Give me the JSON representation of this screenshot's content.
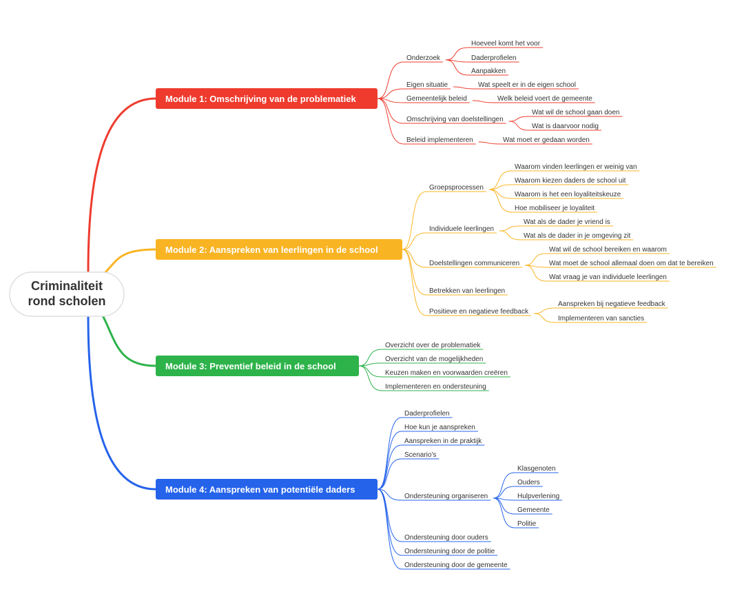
{
  "root": {
    "lines": [
      "Criminaliteit",
      "rond scholen"
    ]
  },
  "modules": [
    {
      "label": "Module 1: Omschrijving van de problematiek",
      "color": "#ee3b2e",
      "children": [
        {
          "label": "Onderzoek",
          "children": [
            "Hoeveel komt het voor",
            "Daderprofielen",
            "Aanpakken"
          ]
        },
        {
          "label": "Eigen situatie",
          "children": [
            "Wat speelt er in de eigen school"
          ]
        },
        {
          "label": "Gemeentelijk beleid",
          "children": [
            "Welk beleid voert de gemeente"
          ]
        },
        {
          "label": "Omschrijving van doelstellingen",
          "children": [
            "Wat wil de school gaan doen",
            "Wat is daarvoor nodig"
          ]
        },
        {
          "label": "Beleid implementeren",
          "children": [
            "Wat moet er gedaan worden"
          ]
        }
      ]
    },
    {
      "label": "Module 2: Aanspreken van leerlingen in de school",
      "color": "#f9b423",
      "children": [
        {
          "label": "Groepsprocessen",
          "children": [
            "Waarom vinden leerlingen er weinig van",
            "Waarom kiezen daders de school uit",
            "Waarom is het een loyaliteitskeuze",
            "Hoe mobiliseer je loyaliteit"
          ]
        },
        {
          "label": "Individuele leerlingen",
          "children": [
            "Wat als de dader je vriend is",
            "Wat als de dader in je omgeving zit"
          ]
        },
        {
          "label": "Doelstellingen communiceren",
          "children": [
            "Wat wil de school bereiken en waarom",
            "Wat moet de school allemaal doen om  dat te bereiken",
            "Wat vraag je van individuele leerlingen"
          ]
        },
        {
          "label": "Betrekken van leerlingen",
          "children": []
        },
        {
          "label": "Positieve en negatieve feedback",
          "children": [
            "Aanspreken bij negatieve feedback",
            "Implementeren van sancties"
          ]
        }
      ]
    },
    {
      "label": "Module 3: Preventief beleid in de school",
      "color": "#2db34a",
      "children": [
        {
          "label": "Overzicht over de problematiek",
          "children": []
        },
        {
          "label": "Overzicht van de mogelijkheden",
          "children": []
        },
        {
          "label": "Keuzen maken en voorwaarden creëren",
          "children": []
        },
        {
          "label": "Implementeren en ondersteuning",
          "children": []
        }
      ]
    },
    {
      "label": "Module 4: Aanspreken van potentiële daders",
      "color": "#2563eb",
      "children": [
        {
          "label": "Daderprofielen",
          "children": []
        },
        {
          "label": "Hoe kun je aanspreken",
          "children": []
        },
        {
          "label": "Aanspreken in de praktijk",
          "children": []
        },
        {
          "label": "Scenario's",
          "children": []
        },
        {
          "label": "Ondersteuning organiseren",
          "children": [
            "Klasgenoten",
            "Ouders",
            "Hulpverlening",
            "Gemeente",
            "Politie"
          ]
        },
        {
          "label": "Ondersteuning door ouders",
          "children": []
        },
        {
          "label": "Ondersteuning door de politie",
          "children": []
        },
        {
          "label": "Ondersteuning door de gemeente",
          "children": []
        }
      ]
    }
  ]
}
